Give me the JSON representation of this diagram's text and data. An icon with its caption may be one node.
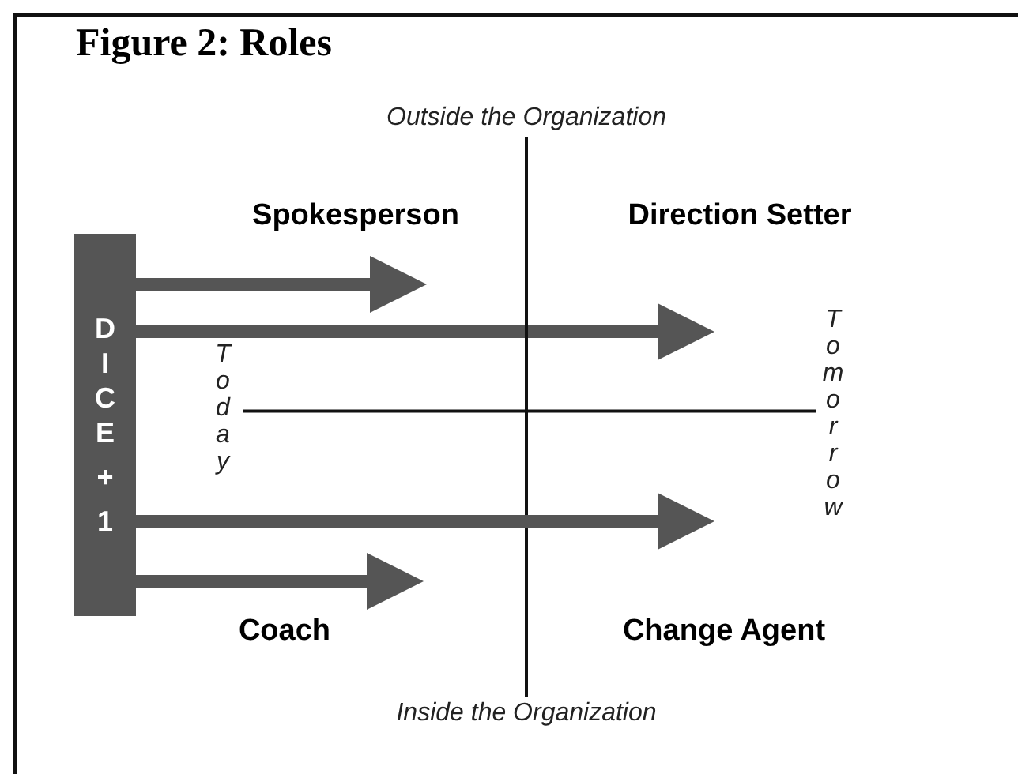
{
  "diagram": {
    "title": "Figure 2: Roles",
    "nodes": [
      {
        "text": [
          "DICE + 1"
        ]
      },
      {
        "text": [
          "Outside the Organization"
        ]
      },
      {
        "text": [
          "Inside the Organization"
        ]
      },
      {
        "text": [
          "Today"
        ]
      },
      {
        "text": [
          "Tomorrow"
        ]
      }
    ],
    "edges": [
      {
        "from": 0,
        "to": null,
        "arrow": "to"
      },
      {
        "from": 0,
        "to": null,
        "arrow": "to"
      },
      {
        "from": 1,
        "to": 2,
        "arrow": "none"
      },
      {
        "from": 3,
        "to": 4,
        "arrow": "none"
      },
      {
        "from": 0,
        "to": null,
        "arrow": "to"
      },
      {
        "from": 0,
        "to": null,
        "arrow": "to"
      }
    ],
    "labels": [
      "Spokesperson",
      "Direction Setter",
      "Coach",
      "Change Agent"
    ]
  }
}
